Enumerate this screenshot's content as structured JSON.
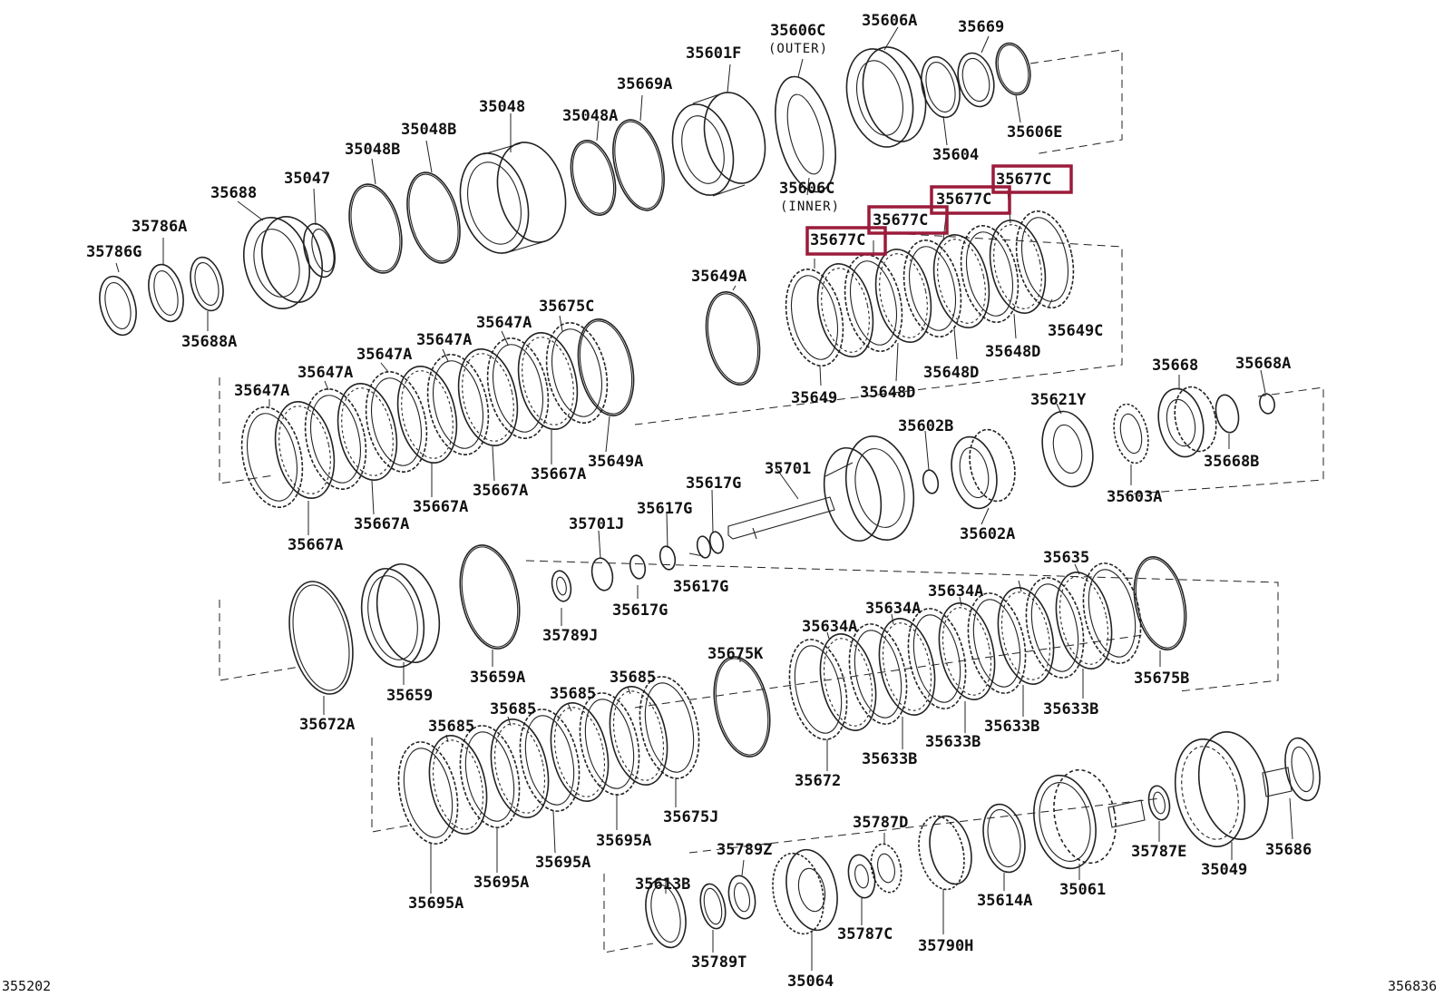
{
  "footer": {
    "left_ref": "355202",
    "right_ref": "356836"
  },
  "highlight_color": "#9b1b3a",
  "highlighted_part": "35677C",
  "row1_labels": [
    "35786G",
    "35786A",
    "35688A",
    "35688",
    "35047",
    "35048B",
    "35048B",
    "35048",
    "35048A",
    "35669A",
    "35601F",
    "35606C",
    "(OUTER)",
    "35606C",
    "(INNER)",
    "35606A",
    "35669",
    "35604",
    "35606E"
  ],
  "row2_labels": [
    "35647A",
    "35647A",
    "35647A",
    "35647A",
    "35647A",
    "35675C",
    "35667A",
    "35667A",
    "35667A",
    "35667A",
    "35667A",
    "35649A",
    "35649A",
    "35677C",
    "35677C",
    "35677C",
    "35677C",
    "35649",
    "35648D",
    "35648D",
    "35648D",
    "35649C"
  ],
  "row3_labels": [
    "35602B",
    "35621Y",
    "35668",
    "35668A",
    "35668B",
    "35603A",
    "35602A",
    "35701",
    "35617G",
    "35617G",
    "35617G",
    "35617G",
    "35701J",
    "35789J"
  ],
  "row4_labels": [
    "35672A",
    "35659",
    "35659A",
    "35675K",
    "35634A",
    "35634A",
    "35634A",
    "35635",
    "35675B",
    "35633B",
    "35633B",
    "35633B",
    "35633B",
    "35672"
  ],
  "row5_labels": [
    "35685",
    "35685",
    "35685",
    "35685",
    "35695A",
    "35695A",
    "35695A",
    "35695A",
    "35675J",
    "35787D",
    "35789Z",
    "35613B",
    "35789T",
    "35064",
    "35787C",
    "35790H",
    "35614A",
    "35061",
    "35787E",
    "35049",
    "35686"
  ]
}
